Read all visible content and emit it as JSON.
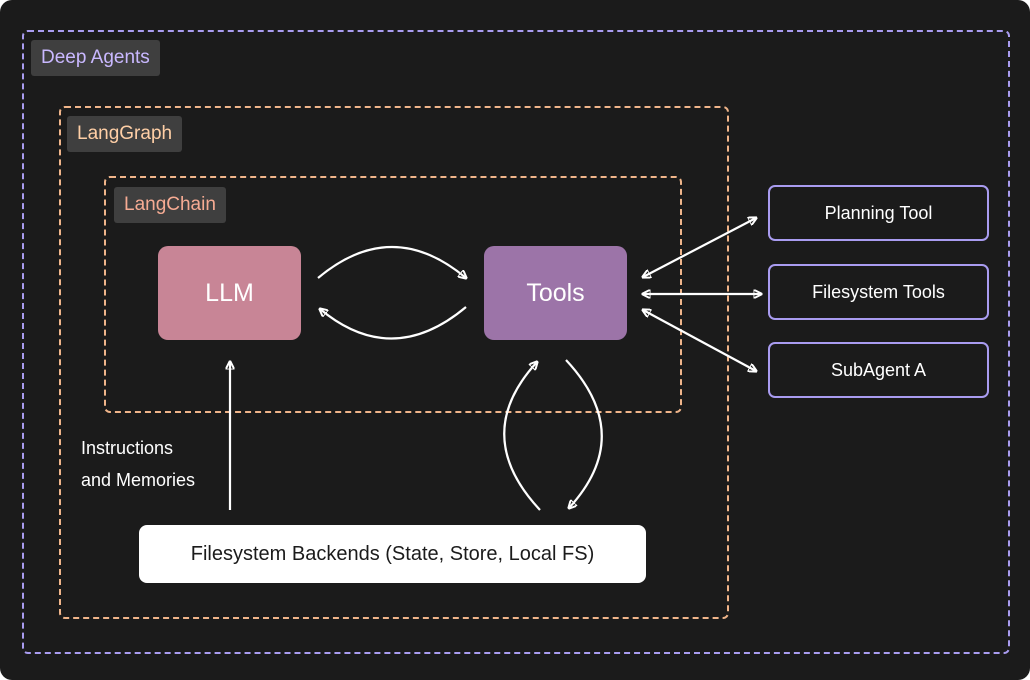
{
  "frames": {
    "deep_agents": "Deep Agents",
    "langgraph": "LangGraph",
    "langchain": "LangChain"
  },
  "nodes": {
    "llm": "LLM",
    "tools": "Tools"
  },
  "side_tools": {
    "planning": "Planning Tool",
    "filesystem": "Filesystem Tools",
    "subagent": "SubAgent A"
  },
  "backend": "Filesystem Backends (State, Store, Local FS)",
  "instructions": {
    "line1": "Instructions",
    "line2": "and Memories"
  },
  "colors": {
    "background": "#1b1b1b",
    "deep_agents_border": "#a99cf0",
    "langgraph_border": "#f0b58a",
    "llm_fill": "#c88596",
    "tools_fill": "#9c74a8",
    "arrows": "#ffffff"
  }
}
